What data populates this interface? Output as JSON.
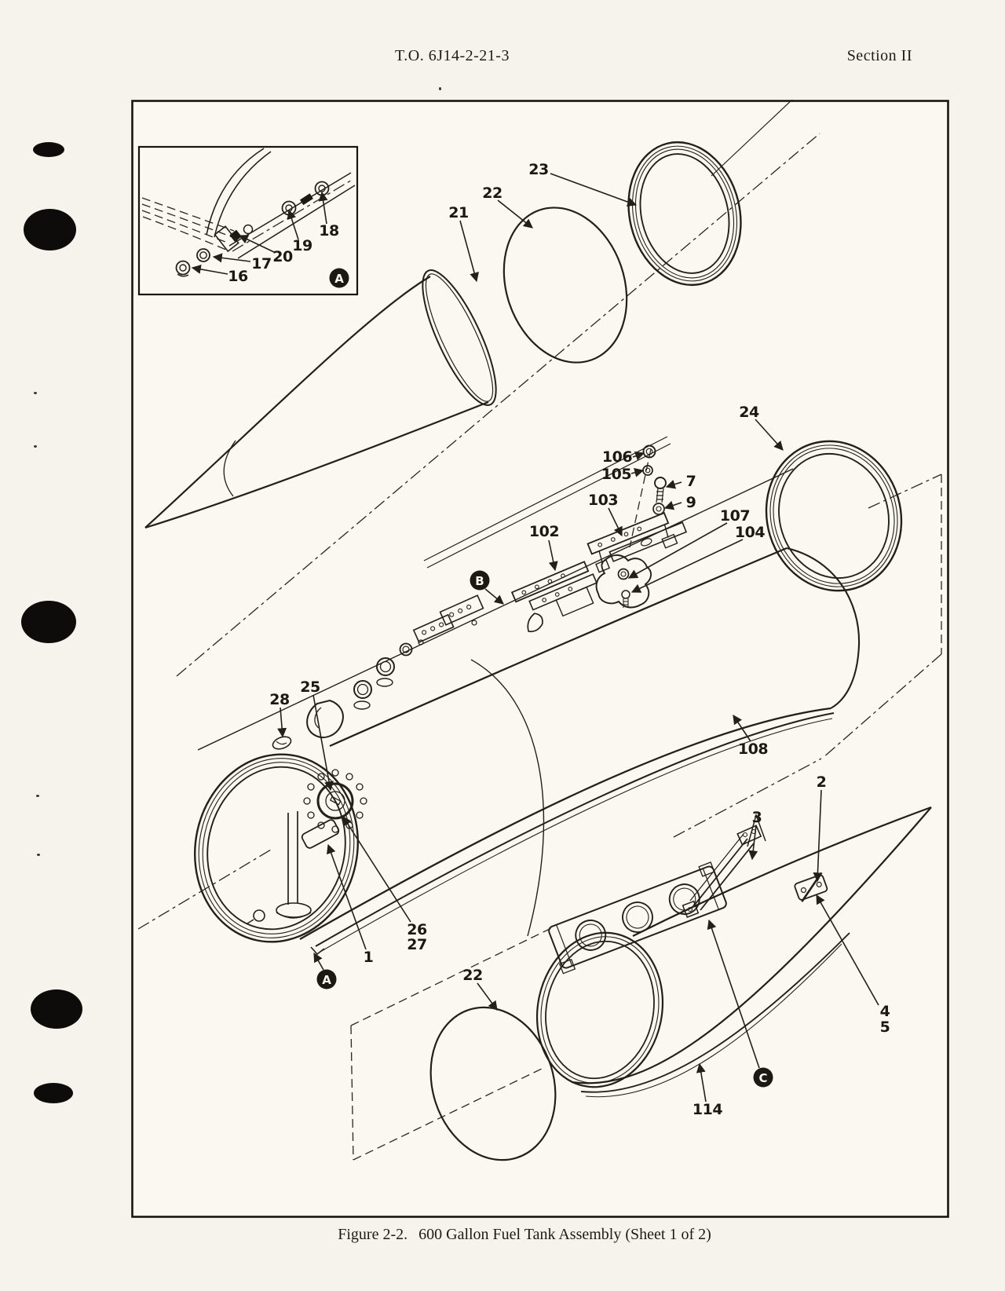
{
  "document": {
    "header": {
      "technical_order": "T.O. 6J14-2-21-3",
      "section": "Section II"
    },
    "caption": {
      "figure_number": "Figure 2-2.",
      "title": "600 Gallon Fuel Tank Assembly (Sheet 1 of 2)"
    }
  },
  "figure": {
    "callouts": [
      {
        "label": "16"
      },
      {
        "label": "17"
      },
      {
        "label": "20"
      },
      {
        "label": "19"
      },
      {
        "label": "18"
      },
      {
        "label": "21"
      },
      {
        "label": "22"
      },
      {
        "label": "23"
      },
      {
        "label": "24"
      },
      {
        "label": "106"
      },
      {
        "label": "105"
      },
      {
        "label": "7"
      },
      {
        "label": "9"
      },
      {
        "label": "103"
      },
      {
        "label": "102"
      },
      {
        "label": "107"
      },
      {
        "label": "104"
      },
      {
        "label": "108"
      },
      {
        "label": "28"
      },
      {
        "label": "25"
      },
      {
        "label": "26"
      },
      {
        "label": "27"
      },
      {
        "label": "1"
      },
      {
        "label": "22"
      },
      {
        "label": "2"
      },
      {
        "label": "3"
      },
      {
        "label": "4"
      },
      {
        "label": "5"
      },
      {
        "label": "114"
      }
    ],
    "detail_markers": [
      {
        "letter": "A"
      },
      {
        "letter": "B"
      },
      {
        "letter": "A"
      },
      {
        "letter": "C"
      }
    ]
  },
  "colors": {
    "paper": "#f5f3ec",
    "figure_background": "#faf8f1",
    "ink": "#201d18"
  }
}
